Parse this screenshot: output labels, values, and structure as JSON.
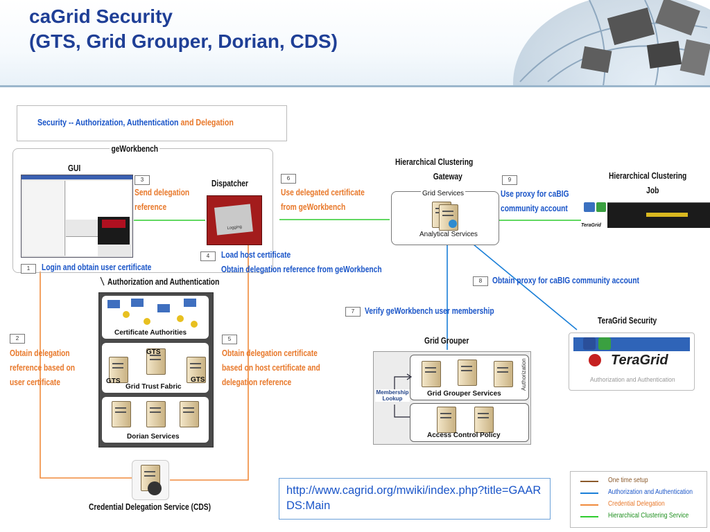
{
  "slide": {
    "title_line1": "caGrid Security",
    "title_line2": "(GTS, Grid Grouper, Dorian, CDS)"
  },
  "security_box": {
    "part1": "Security -- Authorization, Authentication",
    "part2": "and Delegation"
  },
  "components": {
    "geworkbench": "geWorkbench",
    "gui": "GUI",
    "dispatcher": "Dispatcher",
    "gateway_line1": "Hierarchical Clustering",
    "gateway_line2": "Gateway",
    "grid_services": "Grid Services",
    "analytical_services": "Analytical Services",
    "job_line1": "Hierarchical Clustering",
    "job_line2": "Job",
    "auth_and_auth": "Authorization and Authentication",
    "cert_authorities": "Certificate Authorities",
    "gts": "GTS",
    "grid_trust_fabric": "Grid Trust Fabric",
    "dorian_services": "Dorian Services",
    "cds": "Credential Delegation Service (CDS)",
    "grid_grouper": "Grid Grouper",
    "grid_grouper_services": "Grid Grouper Services",
    "access_control_policy": "Access Control Policy",
    "membership_lookup_1": "Membership",
    "membership_lookup_2": "Lookup",
    "authorization_vertical": "Authorization",
    "teragrid_security": "TeraGrid Security",
    "teragrid_logo": "TeraGrid",
    "teragrid_small": "TeraGrid",
    "teragrid_caption": "Authorization and Authentication",
    "logging_label": "Logging",
    "icons": [
      "server-icon",
      "teragrid-logo-icon",
      "globe-icon",
      "user-icon"
    ]
  },
  "steps": [
    {
      "num": "1",
      "line1": "Login and obtain user certificate"
    },
    {
      "num": "2",
      "line1": "Obtain delegation",
      "line2": "reference based on",
      "line3": "user certificate"
    },
    {
      "num": "3",
      "line1": "Send delegation",
      "line2": "reference"
    },
    {
      "num": "4",
      "line1": "Load host certificate",
      "line2": "Obtain delegation reference from geWorkbench"
    },
    {
      "num": "5",
      "line1": "Obtain delegation certificate",
      "line2": "based on host certificate and",
      "line3": "delegation reference"
    },
    {
      "num": "6",
      "line1": "Use delegated certificate",
      "line2": "from geWorkbench"
    },
    {
      "num": "7",
      "line1": "Verify geWorkbench user membership"
    },
    {
      "num": "8",
      "line1": "Obtain proxy for caBIG community account"
    },
    {
      "num": "9",
      "line1": "Use proxy for caBIG",
      "line2": "community account"
    }
  ],
  "url": "http://www.cagrid.org/mwiki/index.php?title=GAARDS:Main",
  "legend": [
    {
      "label": "One time setup",
      "color": "#8b5a2b"
    },
    {
      "label": "Authorization and Authentication",
      "color": "#1a7fd8"
    },
    {
      "label": "Credential Delegation",
      "color": "#f08a3c"
    },
    {
      "label": "Hierarchical Clustering Service",
      "color": "#2ecc2e"
    }
  ],
  "colors": {
    "title": "#1f3f96",
    "blue_text": "#1a55c8",
    "orange_text": "#e8782a",
    "brown_line": "#8b5a2b",
    "blue_line": "#1a7fd8",
    "orange_line": "#f08a3c",
    "green_line": "#2ecc2e"
  }
}
